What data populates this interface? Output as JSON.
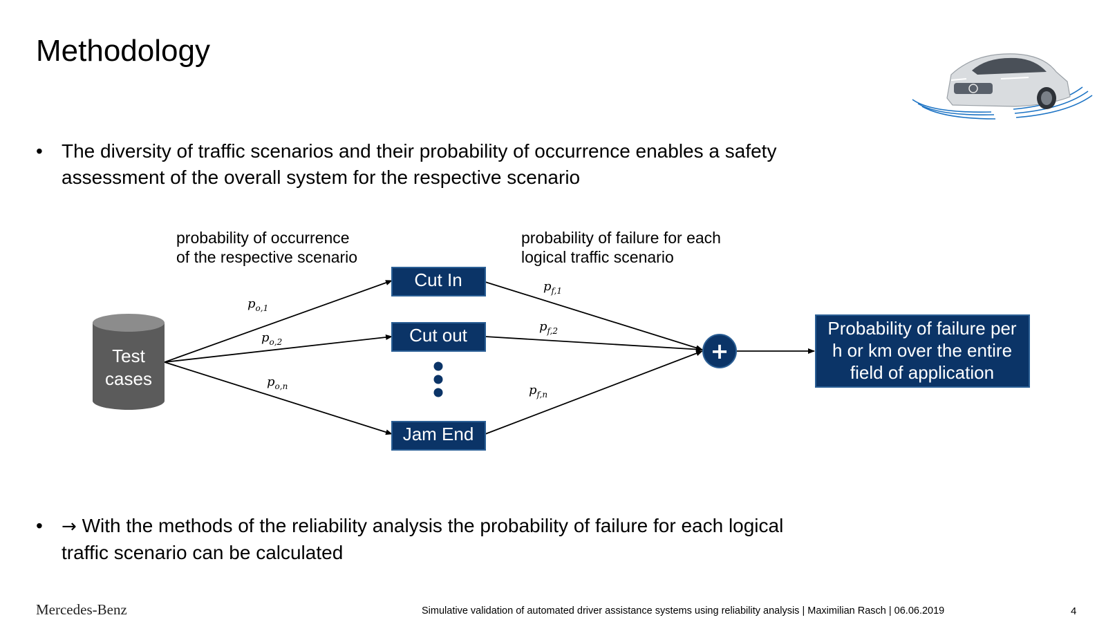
{
  "slide": {
    "title": "Methodology",
    "page_number": "4"
  },
  "bullets": [
    {
      "marker": "•",
      "text": "The diversity of traffic scenarios and their probability of occurrence enables a safety assessment of the overall system for the respective scenario"
    },
    {
      "marker": "•",
      "arrow": "→",
      "text": "With the methods of the reliability analysis the probability of failure for each logical traffic scenario can be calculated"
    }
  ],
  "diagram": {
    "caption_occurrence": {
      "line1": "probability of occurrence",
      "line2": "of the respective scenario"
    },
    "caption_failure": {
      "line1": "probability of failure for each",
      "line2": "logical traffic scenario"
    },
    "source": {
      "line1": "Test",
      "line2": "cases"
    },
    "scenarios": [
      {
        "label": "Cut In"
      },
      {
        "label": "Cut out"
      },
      {
        "label": "Jam End"
      }
    ],
    "occurrence_labels": [
      {
        "base": "p",
        "sub": "o,1"
      },
      {
        "base": "p",
        "sub": "o,2"
      },
      {
        "base": "p",
        "sub": "o,n"
      }
    ],
    "failure_labels": [
      {
        "base": "p",
        "sub": "f,1"
      },
      {
        "base": "p",
        "sub": "f,2"
      },
      {
        "base": "p",
        "sub": "f,n"
      }
    ],
    "sum_symbol": "+",
    "result": {
      "line1": "Probability of failure per",
      "line2": "h or km over the entire",
      "line3": "field of application"
    },
    "colors": {
      "box_fill": "#0b3467",
      "box_border": "#2b5f95",
      "cylinder_body": "#5b5b5b",
      "cylinder_top": "#8c8c8c",
      "dots": "#0b3467",
      "car_waves": "#1c73c4"
    }
  },
  "footer": {
    "brand": "Mercedes-Benz",
    "text": "Simulative validation of automated driver assistance systems using reliability analysis | Maximilian Rasch | 06.06.2019"
  }
}
